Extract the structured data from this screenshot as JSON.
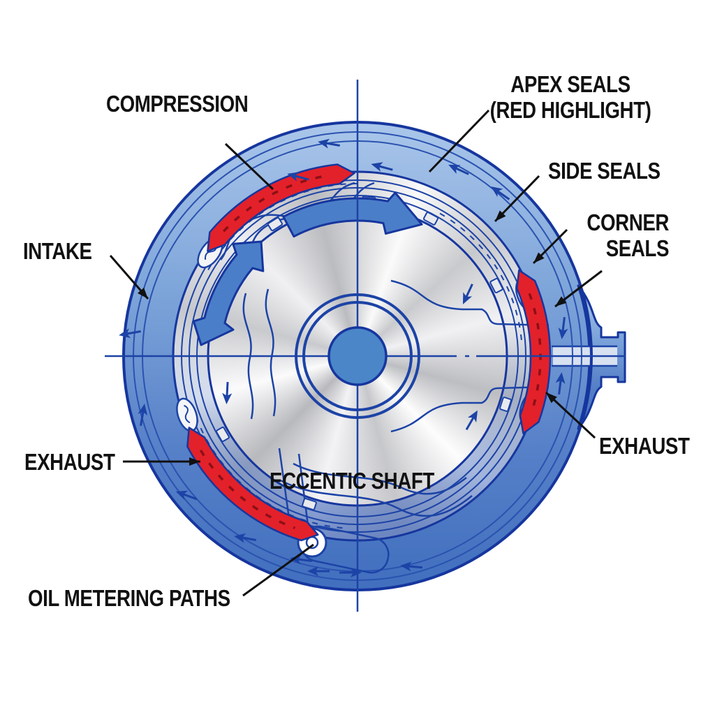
{
  "figure": {
    "background": "#ffffff",
    "labels": {
      "compression": "COMPRESSION",
      "apex_seals_line1": "APEX SEALS",
      "apex_seals_line2": "(RED HIGHLIGHT)",
      "side_seals": "SIDE SEALS",
      "corner_seals_line1": "CORNER",
      "corner_seals_line2": "SEALS",
      "intake": "INTAKE",
      "exhaust_left": "EXHAUST",
      "exhaust_right": "EXHAUST",
      "eccentric_shaft": "ECCENTIC SHAFT",
      "oil_metering": "OIL METERING PATHS"
    },
    "colors": {
      "housing_blue_light": "#aac6ea",
      "housing_blue_dark": "#416fbe",
      "line_blue": "#1c43a6",
      "dark_outline_blue": "#16369e",
      "rotation_arrow_blue": "#4b7ec8",
      "seal_red": "#e3212a",
      "seal_dash_dark_red": "#8c1016",
      "shaft_center_blue": "#4a86c8",
      "label_black": "#111111"
    }
  }
}
